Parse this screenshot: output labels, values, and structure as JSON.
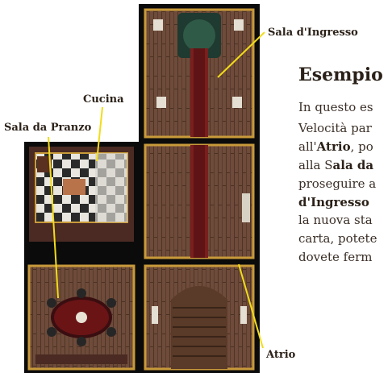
{
  "labels": {
    "entrance_hall": "Sala d'Ingresso",
    "kitchen": "Cucina",
    "dining_room": "Sala da Pranzo",
    "foyer": "Atrio"
  },
  "text": {
    "heading": "Esempio",
    "line1": "In questo es",
    "line2": "Velocità par",
    "line3_a": "all'",
    "line3_b": "Atrio",
    "line3_c": ", po",
    "line4_a": "alla S",
    "line4_b": "ala da",
    "line5": "proseguire a",
    "line6": "d'Ingresso",
    "line7": "la nuova sta",
    "line8": "carta, potete",
    "line9": "dovete ferm"
  },
  "colors": {
    "board_frame": "#0b0b0b",
    "floor_wood": "#6e4b3a",
    "rug_red": "#7a1e1e",
    "wall_trim": "#c89a3a",
    "callout_line": "#f2dc18"
  }
}
